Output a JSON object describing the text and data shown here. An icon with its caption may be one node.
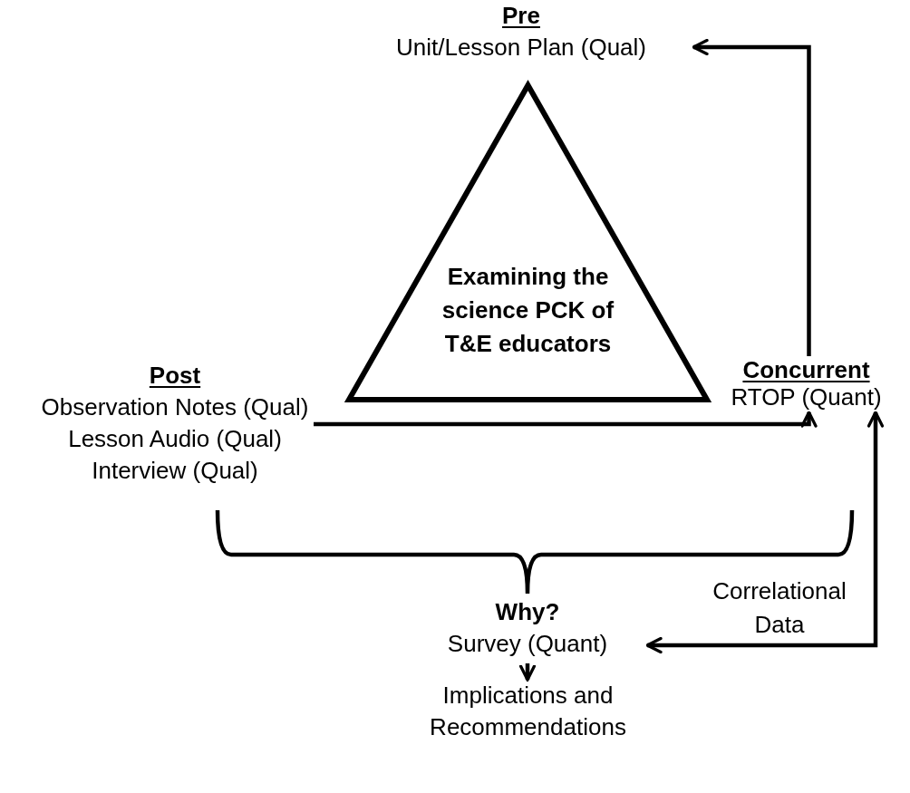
{
  "diagram": {
    "nodes": [
      {
        "text": [
          "Examining the science PCK of T&E educators"
        ]
      },
      {
        "text": [
          "Pre",
          "Unit/Lesson Plan (Qual)"
        ]
      },
      {
        "text": [
          "Post",
          "Observation Notes (Qual)",
          "Lesson Audio (Qual)",
          "Interview (Qual)"
        ]
      },
      {
        "text": [
          "Concurrent",
          "RTOP (Quant)"
        ]
      },
      {
        "text": [
          "Why?",
          "Survey (Quant)"
        ]
      },
      {
        "text": [
          "Implications and Recommendations"
        ]
      }
    ],
    "edges": [
      {
        "from": 3,
        "to": 1,
        "arrow": "to"
      },
      {
        "from": 2,
        "to": 3,
        "arrow": "to"
      },
      {
        "from": 3,
        "to": 4,
        "arrow": "both",
        "label": "Correlational Data"
      },
      {
        "from": 4,
        "to": 5,
        "arrow": "to"
      }
    ]
  }
}
